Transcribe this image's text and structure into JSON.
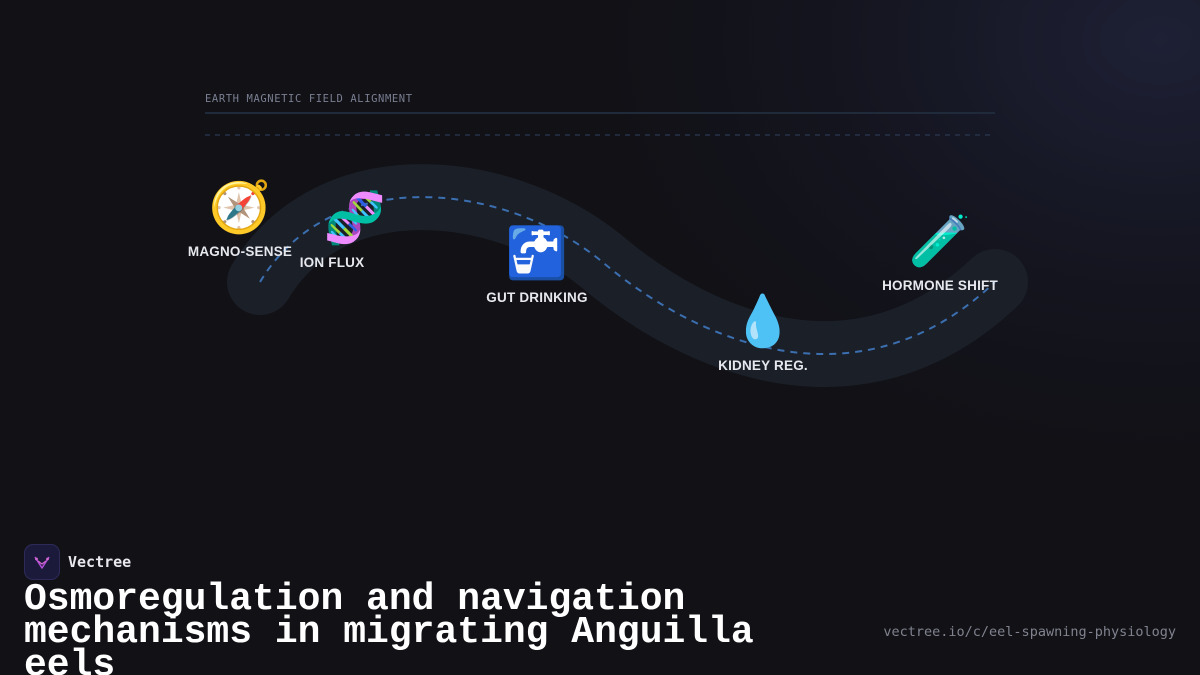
{
  "diagram": {
    "field_label": "EARTH MAGNETIC FIELD ALIGNMENT",
    "nodes": [
      {
        "icon": "🧭",
        "icon_name": "compass-icon",
        "label": "MAGNO-SENSE"
      },
      {
        "icon": "🧬",
        "icon_name": "dna-icon",
        "label": "ION FLUX"
      },
      {
        "icon": "🚰",
        "icon_name": "potable-water-icon",
        "label": "GUT DRINKING"
      },
      {
        "icon": "💧",
        "icon_name": "droplet-icon",
        "label": "KIDNEY REG."
      },
      {
        "icon": "🧪",
        "icon_name": "test-tube-icon",
        "label": "HORMONE SHIFT"
      }
    ]
  },
  "brand": {
    "name": "Vectree"
  },
  "title": "Osmoregulation and navigation mechanisms in migrating Anguilla eels",
  "url": "vectree.io/c/eel-spawning-physiology",
  "colors": {
    "background": "#111116",
    "path_band": "#1b1f28",
    "path_dash": "#3b6fb0",
    "brand_accent": "#b04cd6"
  }
}
